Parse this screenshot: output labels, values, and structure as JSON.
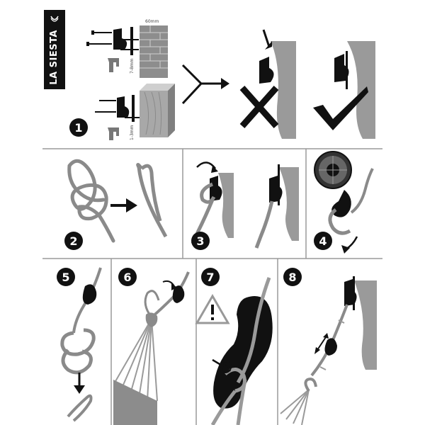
{
  "brand": {
    "name": "LA SIESTA",
    "logo_icon": "hammock-logo-icon"
  },
  "steps": [
    {
      "number": "1",
      "labels": {
        "top_measure": "60mm",
        "masonry_depth": "7-8mm",
        "wood_depth": "1-3mm"
      }
    },
    {
      "number": "2"
    },
    {
      "number": "3"
    },
    {
      "number": "4"
    },
    {
      "number": "5"
    },
    {
      "number": "6"
    },
    {
      "number": "7"
    },
    {
      "number": "8"
    }
  ],
  "colors": {
    "ink": "#111111",
    "wall": "#9a9a9a",
    "wall_light": "#bdbdbd",
    "rope": "#8a8a8a",
    "hammock": "#8c8c8c"
  }
}
